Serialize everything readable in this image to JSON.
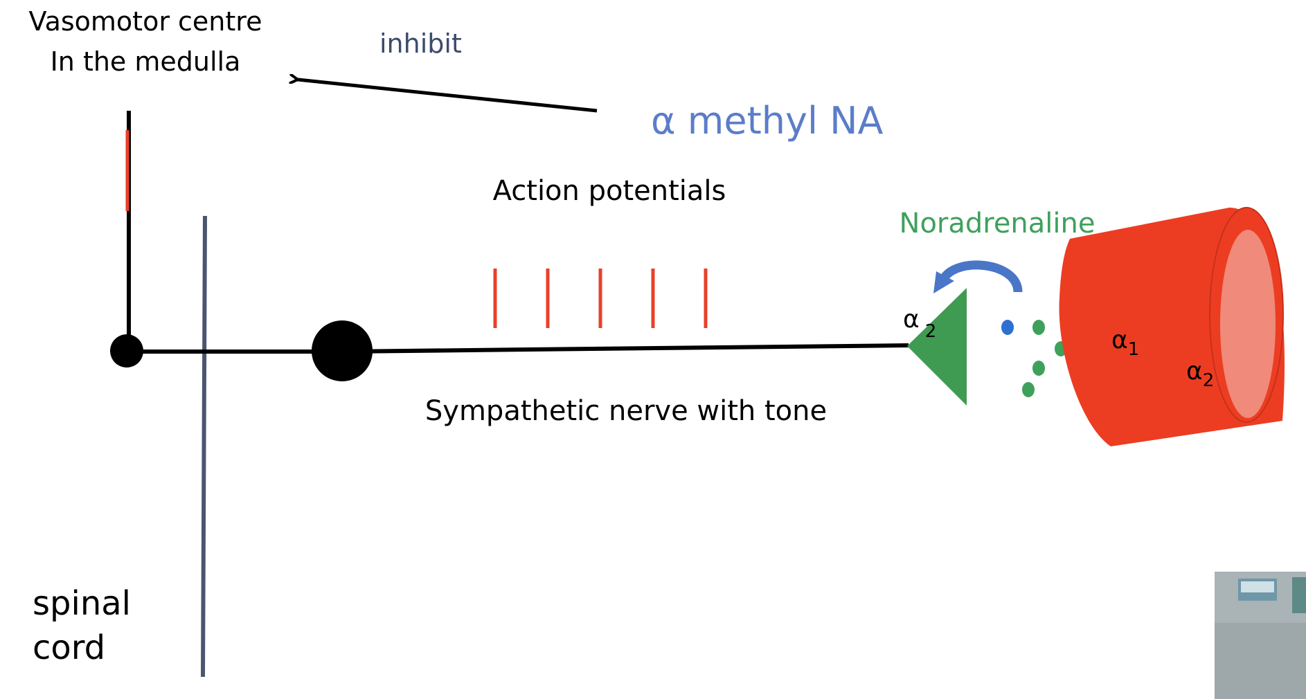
{
  "labels": {
    "vasomotor_line1": "Vasomotor centre",
    "vasomotor_line2": "In the medulla",
    "inhibit": "inhibit",
    "drug": "α methyl NA",
    "action_potentials": "Action potentials",
    "noradrenaline": "Noradrenaline",
    "nerve": "Sympathetic nerve with tone",
    "spinal_line1": "spinal",
    "spinal_line2": "cord",
    "alpha": "α",
    "sub_2": "2",
    "sub_1": "1"
  },
  "colors": {
    "nerve": "#000000",
    "spinal_cord": "#4a5670",
    "action_potential": "#e8402a",
    "terminal": "#3f9a52",
    "noradrenaline_text": "#3fa05c",
    "drug_text": "#5b7dc9",
    "inhibit_text": "#3d4b6b",
    "arc_arrow": "#4a76c8",
    "blue_dot": "#2f6fd0",
    "vessel": "#ec3d22",
    "vessel_lumen": "#f08a7a"
  },
  "icons": {
    "webcam": "webcam-thumbnail"
  }
}
